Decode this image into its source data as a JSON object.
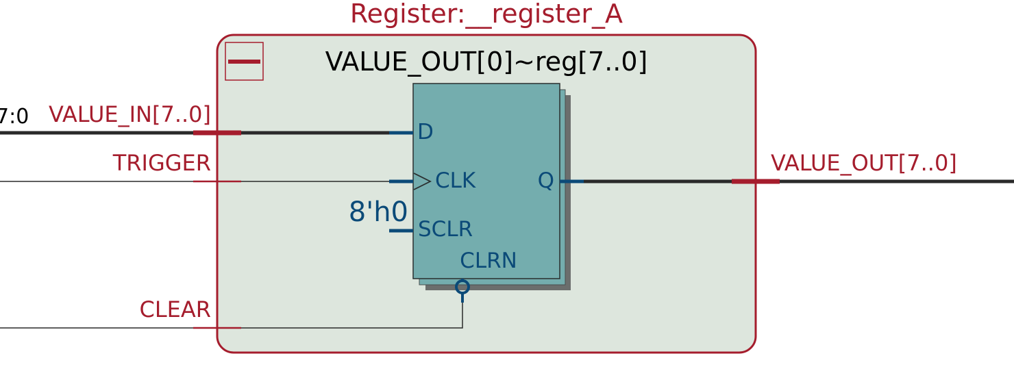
{
  "colors": {
    "instance_border": "#a51d2d",
    "instance_fill": "#dde6dd",
    "register_fill": "#74adae",
    "register_shadow": "#6b6e6d",
    "port_label": "#a51d2d",
    "pin_label": "#0b4a78",
    "wire": "#2a2a2a"
  },
  "instance": {
    "title": "Register:__register_A",
    "collapse_icon": "minus-icon"
  },
  "register": {
    "name": "VALUE_OUT[0]~reg[7..0]",
    "pins": {
      "d": "D",
      "clk": "CLK",
      "q": "Q",
      "sclr": "SCLR",
      "clrn": "CLRN"
    },
    "sclr_constant": "8'h0"
  },
  "ports": {
    "value_in": "VALUE_IN[7..0]",
    "trigger": "TRIGGER",
    "clear": "CLEAR",
    "value_out": "VALUE_OUT[7..0]"
  },
  "external": {
    "bus_slice": "7:0"
  }
}
